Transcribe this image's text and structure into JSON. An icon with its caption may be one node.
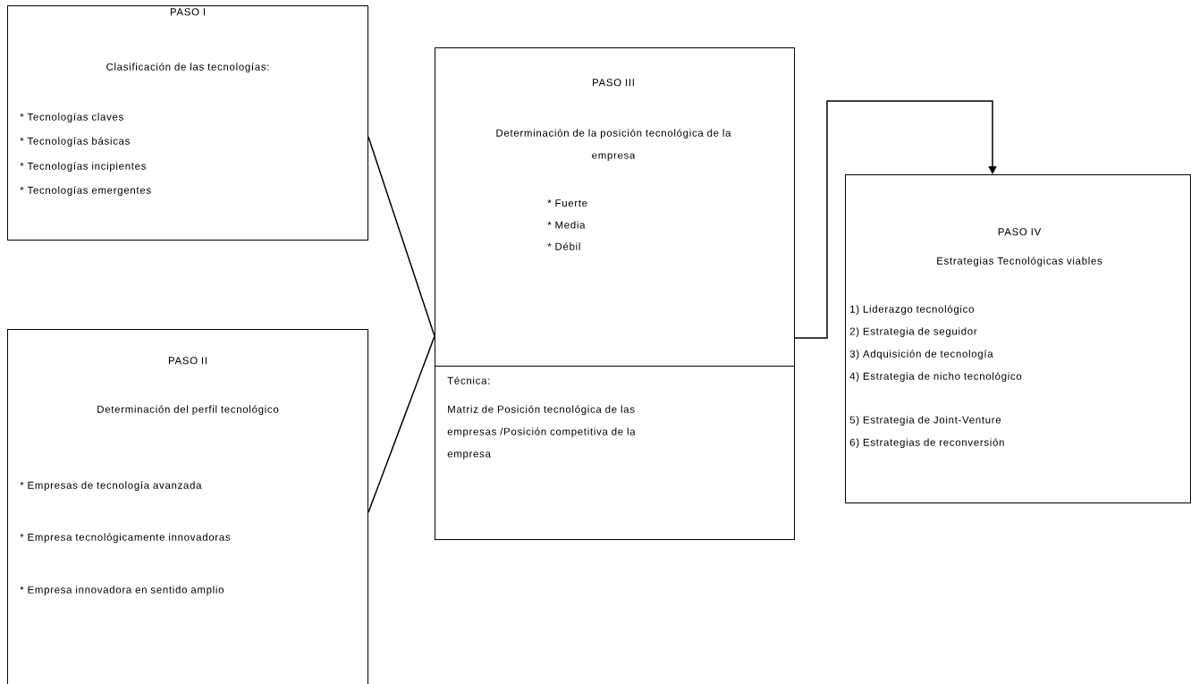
{
  "diagram": {
    "nodes": [
      {
        "text": [
          "PASO I",
          "Clasificación de las tecnologías:",
          "* Tecnologías claves",
          "* Tecnologías básicas",
          "* Tecnologías incipientes",
          "* Tecnologías emergentes"
        ]
      },
      {
        "text": [
          "PASO II",
          "Determinación del perfil tecnológico",
          "* Empresas de tecnología avanzada",
          "* Empresa tecnológicamente innovadoras",
          "* Empresa innovadora en sentido amplio"
        ]
      },
      {
        "text": [
          "PASO III",
          "Determinación de la posición tecnológica de la empresa",
          "* Fuerte",
          "* Media",
          "* Débil"
        ]
      },
      {
        "text": [
          "Técnica:",
          "Matriz de Posición tecnológica de las empresas /Posición competitiva de la empresa"
        ]
      },
      {
        "text": [
          "PASO IV",
          "Estrategias Tecnológicas viables",
          "1) Liderazgo tecnológico",
          "2) Estrategia de seguidor",
          "3) Adquisición de tecnología",
          "4) Estrategia de nicho tecnológico",
          "5) Estrategia de Joint-Venture",
          "6) Estrategias de reconversión"
        ]
      }
    ],
    "edges": [
      {
        "from": 0,
        "to": 2,
        "arrow": "none"
      },
      {
        "from": 1,
        "to": 2,
        "arrow": "none"
      },
      {
        "from": 2,
        "to": 4,
        "arrow": "to"
      }
    ]
  }
}
